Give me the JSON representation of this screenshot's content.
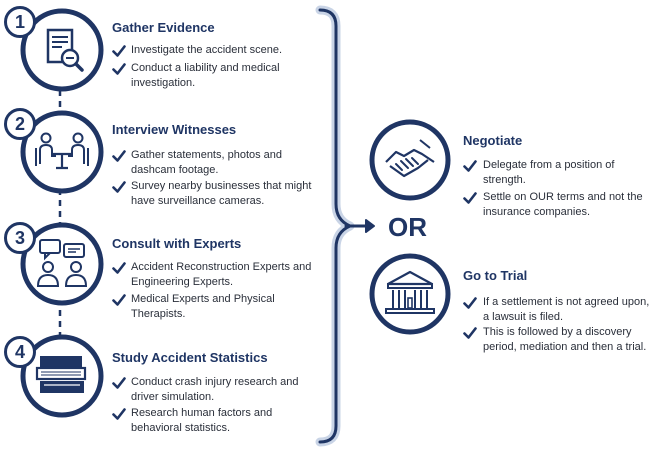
{
  "steps": [
    {
      "number": "1",
      "title": "Gather Evidence",
      "icon": "document-search-icon",
      "bullets": [
        "Investigate the accident scene.",
        "Conduct a liability and medical investigation."
      ]
    },
    {
      "number": "2",
      "title": "Interview Witnesses",
      "icon": "interview-table-icon",
      "bullets": [
        "Gather statements, photos and dashcam footage.",
        "Survey nearby businesses that might have surveillance cameras."
      ]
    },
    {
      "number": "3",
      "title": "Consult with Experts",
      "icon": "experts-chat-icon",
      "bullets": [
        "Accident Reconstruction Experts and Engineering Experts.",
        "Medical Experts and Physical Therapists."
      ]
    },
    {
      "number": "4",
      "title": "Study Accident Statistics",
      "icon": "books-stack-icon",
      "bullets": [
        "Conduct crash injury research and driver simulation.",
        "Research human factors and behavioral statistics."
      ]
    }
  ],
  "divider": "OR",
  "outcomes": [
    {
      "title": "Negotiate",
      "icon": "handshake-icon",
      "bullets": [
        "Delegate from a position of strength.",
        "Settle on OUR terms and not the insurance companies."
      ]
    },
    {
      "title": "Go to Trial",
      "icon": "courthouse-icon",
      "bullets": [
        "If a settlement is not agreed upon, a lawsuit is filed.",
        "This is followed by a discovery period, mediation and then a trial."
      ]
    }
  ],
  "colors": {
    "navy": "#1f3564",
    "light": "#c9d4e6",
    "text": "#2a2f3a"
  }
}
